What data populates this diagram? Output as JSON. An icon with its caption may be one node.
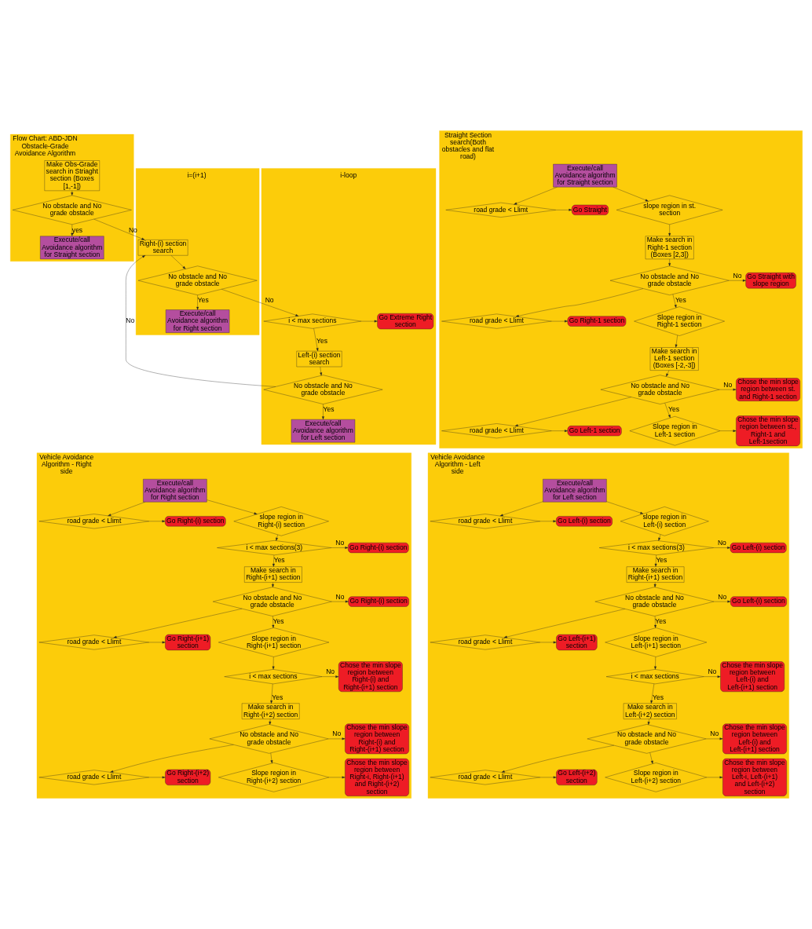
{
  "diagram": {
    "nodes": [
      {
        "text": [
          "Flow Chart: ABD-JDN Obstacle-Grade Avoidance Algorithm"
        ]
      },
      {
        "text": [
          "Make Obs-Grade search in Striaght section (Boxes [1,-1])"
        ],
        "in": 0
      },
      {
        "text": [
          "No obstacle and No grade obstacle"
        ],
        "in": 0
      },
      {
        "text": [
          "Execute/call Avoidance algorithm for Straight section"
        ],
        "in": 0
      },
      {
        "text": [],
        "shape": "box"
      },
      {
        "text": [
          "Right-(i) section search"
        ],
        "in": 4
      },
      {
        "text": [
          "No obstacle and No grade obstacle"
        ],
        "in": 4
      },
      {
        "text": [
          "Execute/call Avoidance algorithm for Right section"
        ],
        "in": 4
      },
      {
        "text": [],
        "shape": "box"
      },
      {
        "text": [
          "i < max sections"
        ],
        "in": 8
      },
      {
        "text": [
          "Go Extreme Right section"
        ],
        "in": 8
      },
      {
        "text": [
          "Left-(i) section search"
        ],
        "in": 8
      },
      {
        "text": [
          "No obstacle and No grade obstacle"
        ],
        "in": 8
      },
      {
        "text": [
          "Execute/call Avoidance algorithm for Left section"
        ],
        "in": 8
      },
      {
        "text": [
          "Straight Section search(Both obstacles and flat road)"
        ]
      },
      {
        "text": [
          "Execute/call Avoidance algorithm for Straight section"
        ],
        "in": 14
      },
      {
        "text": [
          "road grade < Llimt"
        ],
        "in": 14
      },
      {
        "text": [
          "Go Straight"
        ],
        "in": 14
      },
      {
        "text": [
          "slope region in st. section"
        ],
        "in": 14
      },
      {
        "text": [
          "Make search in Right-1 section (Boxes [2,3])"
        ],
        "in": 14
      },
      {
        "text": [
          "No obstacle and No grade obstacle"
        ],
        "in": 14
      },
      {
        "text": [
          "Go Straight with slope region"
        ],
        "in": 14
      },
      {
        "text": [
          "road grade < Llimt"
        ],
        "in": 14
      },
      {
        "text": [
          "Go Right-1 section"
        ],
        "in": 14
      },
      {
        "text": [
          "Slope region in Right-1 section"
        ],
        "in": 14
      },
      {
        "text": [
          "Make search in Left-1 section (Boxes [-2,-3])"
        ],
        "in": 14
      },
      {
        "text": [
          "No obstacle and No grade obstacle"
        ],
        "in": 14
      },
      {
        "text": [
          "Chose the min slope region between st. and Right-1 section"
        ],
        "in": 14
      },
      {
        "text": [
          "road grade < Llimt"
        ],
        "in": 14
      },
      {
        "text": [
          "Go Left-1 section"
        ],
        "in": 14
      },
      {
        "text": [
          "Slope region in Left-1 section"
        ],
        "in": 14
      },
      {
        "text": [
          "Chose the min slope region between st., Right-1 and Left-1section"
        ],
        "in": 14
      },
      {
        "text": [
          "Vehicle Avoidance Algorithm - Right side"
        ]
      },
      {
        "text": [
          "Execute/call Avoidance algorithm for Right section"
        ],
        "in": 32
      },
      {
        "text": [
          "road grade < Llimt"
        ],
        "in": 32
      },
      {
        "text": [
          "Go Right-(i) section"
        ],
        "in": 32
      },
      {
        "text": [
          "slope region in Right-(i) section"
        ],
        "in": 32
      },
      {
        "text": [
          "i < max sections(3)"
        ],
        "in": 32
      },
      {
        "text": [
          "Go Right-(i) section"
        ],
        "in": 32
      },
      {
        "text": [
          "Make search in Right-(i+1) section"
        ],
        "in": 32
      },
      {
        "text": [
          "No obstacle and No grade obstacle"
        ],
        "in": 32
      },
      {
        "text": [
          "Go Right-(i) section"
        ],
        "in": 32
      },
      {
        "text": [
          "road grade < Llimt"
        ],
        "in": 32
      },
      {
        "text": [
          "Go Right-(i+1) section"
        ],
        "in": 32
      },
      {
        "text": [
          "Slope region in Right-(i+1) section"
        ],
        "in": 32
      },
      {
        "text": [
          "i < max sections"
        ],
        "in": 32
      },
      {
        "text": [
          "Chose the min slope region between Right-(i) and Right-(i+1) section"
        ],
        "in": 32
      },
      {
        "text": [
          "Make search in Right-(i+2) section"
        ],
        "in": 32
      },
      {
        "text": [
          "No obstacle and No grade obstacle"
        ],
        "in": 32
      },
      {
        "text": [
          "Chose the min slope region between Right-(i) and Right-(i+1) section"
        ],
        "in": 32
      },
      {
        "text": [
          "road grade < Llimt"
        ],
        "in": 32
      },
      {
        "text": [
          "Go Right-(i+2) section"
        ],
        "in": 32
      },
      {
        "text": [
          "Slope region in Right-(i+2) section"
        ],
        "in": 32
      },
      {
        "text": [
          "Chose the min slope region between Right-i, Right-(i+1) and Right-(i+2) section"
        ],
        "in": 32
      },
      {
        "text": [
          "Vehicle Avoidance Algorithm - Left side"
        ]
      },
      {
        "text": [
          "Execute/call Avoidance algorithm for Left section"
        ],
        "in": 54
      },
      {
        "text": [
          "road grade < Llimt"
        ],
        "in": 54
      },
      {
        "text": [
          "Go Left-(i) section"
        ],
        "in": 54
      },
      {
        "text": [
          "slope region in Left-(i) section"
        ],
        "in": 54
      },
      {
        "text": [
          "i < max sections(3)"
        ],
        "in": 54
      },
      {
        "text": [
          "Go Left-(i) section"
        ],
        "in": 54
      },
      {
        "text": [
          "Make search in Right-(i+1) section"
        ],
        "in": 54
      },
      {
        "text": [
          "No obstacle and No grade obstacle"
        ],
        "in": 54
      },
      {
        "text": [
          "Go Left-(i) section"
        ],
        "in": 54
      },
      {
        "text": [
          "road grade < Llimt"
        ],
        "in": 54
      },
      {
        "text": [
          "Go Left-(i+1) section"
        ],
        "in": 54
      },
      {
        "text": [
          "Slope region in Left-(i+1) section"
        ],
        "in": 54
      },
      {
        "text": [
          "i < max sections"
        ],
        "in": 54
      },
      {
        "text": [
          "Chose the min slope region between Left-(i) and Left-(i+1) section"
        ],
        "in": 54
      },
      {
        "text": [
          "Make search in Left-(i+2) section"
        ],
        "in": 54
      },
      {
        "text": [
          "No obstacle and No grade obstacle"
        ],
        "in": 54
      },
      {
        "text": [
          "Chose the min slope region between Left-(i) and Left-(i+1) section"
        ],
        "in": 54
      },
      {
        "text": [
          "road grade < Llimt"
        ],
        "in": 54
      },
      {
        "text": [
          "Go Left-(i+2) section"
        ],
        "in": 54
      },
      {
        "text": [
          "Slope region in Left-(i+2) section"
        ],
        "in": 54
      },
      {
        "text": [
          "Chose the min slope region between Left-i, Left-(i+1) and Left-(i+2) section"
        ],
        "in": 54
      }
    ],
    "edges": [
      {
        "from": 1,
        "to": 2,
        "arrow": "to"
      },
      {
        "from": 2,
        "to": 3,
        "arrow": "to",
        "label": "yes"
      },
      {
        "from": 2,
        "to": 5,
        "arrow": "to",
        "label": "No"
      },
      {
        "from": 5,
        "to": 6,
        "arrow": "to"
      },
      {
        "from": 6,
        "to": 7,
        "arrow": "to",
        "label": "Yes"
      },
      {
        "from": 6,
        "to": 9,
        "arrow": "to",
        "label": "No"
      },
      {
        "from": 9,
        "to": 10,
        "arrow": "to"
      },
      {
        "from": 9,
        "to": 11,
        "arrow": "to",
        "label": "Yes"
      },
      {
        "from": 11,
        "to": 12,
        "arrow": "to"
      },
      {
        "from": 12,
        "to": 13,
        "arrow": "to",
        "label": "Yes"
      },
      {
        "from": 12,
        "to": 5,
        "arrow": "to",
        "label": "No"
      },
      {
        "from": 15,
        "to": 16,
        "arrow": "to"
      },
      {
        "from": 15,
        "to": 18,
        "arrow": "to"
      },
      {
        "from": 16,
        "to": 17,
        "arrow": "to"
      },
      {
        "from": 18,
        "to": 19,
        "arrow": "to"
      },
      {
        "from": 19,
        "to": 20,
        "arrow": "to"
      },
      {
        "from": 20,
        "to": 21,
        "arrow": "to",
        "label": "No"
      },
      {
        "from": 20,
        "to": 22,
        "arrow": "to"
      },
      {
        "from": 20,
        "to": 24,
        "arrow": "to",
        "label": "Yes"
      },
      {
        "from": 22,
        "to": 23,
        "arrow": "to"
      },
      {
        "from": 24,
        "to": 25,
        "arrow": "to"
      },
      {
        "from": 25,
        "to": 26,
        "arrow": "to"
      },
      {
        "from": 26,
        "to": 27,
        "arrow": "to",
        "label": "No"
      },
      {
        "from": 26,
        "to": 28,
        "arrow": "to"
      },
      {
        "from": 26,
        "to": 30,
        "arrow": "to",
        "label": "Yes"
      },
      {
        "from": 28,
        "to": 29,
        "arrow": "to"
      },
      {
        "from": 30,
        "to": 31,
        "arrow": "to"
      },
      {
        "from": 33,
        "to": 34,
        "arrow": "to"
      },
      {
        "from": 33,
        "to": 36,
        "arrow": "to"
      },
      {
        "from": 34,
        "to": 35,
        "arrow": "to"
      },
      {
        "from": 36,
        "to": 37,
        "arrow": "to"
      },
      {
        "from": 37,
        "to": 38,
        "arrow": "to",
        "label": "No"
      },
      {
        "from": 37,
        "to": 39,
        "arrow": "to",
        "label": "Yes"
      },
      {
        "from": 39,
        "to": 40,
        "arrow": "to"
      },
      {
        "from": 40,
        "to": 41,
        "arrow": "to",
        "label": "No"
      },
      {
        "from": 40,
        "to": 42,
        "arrow": "to"
      },
      {
        "from": 40,
        "to": 44,
        "arrow": "to",
        "label": "Yes"
      },
      {
        "from": 42,
        "to": 43,
        "arrow": "to"
      },
      {
        "from": 44,
        "to": 45,
        "arrow": "to"
      },
      {
        "from": 45,
        "to": 46,
        "arrow": "to",
        "label": "No"
      },
      {
        "from": 45,
        "to": 47,
        "arrow": "to",
        "label": "Yes"
      },
      {
        "from": 47,
        "to": 48,
        "arrow": "to"
      },
      {
        "from": 48,
        "to": 49,
        "arrow": "to",
        "label": "No"
      },
      {
        "from": 48,
        "to": 50,
        "arrow": "to"
      },
      {
        "from": 48,
        "to": 52,
        "arrow": "to"
      },
      {
        "from": 50,
        "to": 51,
        "arrow": "to"
      },
      {
        "from": 52,
        "to": 53,
        "arrow": "to"
      },
      {
        "from": 55,
        "to": 56,
        "arrow": "to"
      },
      {
        "from": 55,
        "to": 58,
        "arrow": "to"
      },
      {
        "from": 56,
        "to": 57,
        "arrow": "to"
      },
      {
        "from": 58,
        "to": 59,
        "arrow": "to"
      },
      {
        "from": 59,
        "to": 60,
        "arrow": "to",
        "label": "No"
      },
      {
        "from": 59,
        "to": 61,
        "arrow": "to",
        "label": "Yes"
      },
      {
        "from": 61,
        "to": 62,
        "arrow": "to"
      },
      {
        "from": 62,
        "to": 63,
        "arrow": "to",
        "label": "No"
      },
      {
        "from": 62,
        "to": 64,
        "arrow": "to"
      },
      {
        "from": 62,
        "to": 66,
        "arrow": "to",
        "label": "Yes"
      },
      {
        "from": 64,
        "to": 65,
        "arrow": "to"
      },
      {
        "from": 66,
        "to": 67,
        "arrow": "to"
      },
      {
        "from": 67,
        "to": 68,
        "arrow": "to",
        "label": "No"
      },
      {
        "from": 67,
        "to": 69,
        "arrow": "to",
        "label": "Yes"
      },
      {
        "from": 69,
        "to": 70,
        "arrow": "to"
      },
      {
        "from": 70,
        "to": 71,
        "arrow": "to",
        "label": "No"
      },
      {
        "from": 70,
        "to": 72,
        "arrow": "to"
      },
      {
        "from": 70,
        "to": 74,
        "arrow": "to"
      },
      {
        "from": 72,
        "to": 73,
        "arrow": "to"
      },
      {
        "from": 74,
        "to": 75,
        "arrow": "to"
      }
    ],
    "labels": [
      "i-loop",
      "i=(i+1)"
    ]
  }
}
